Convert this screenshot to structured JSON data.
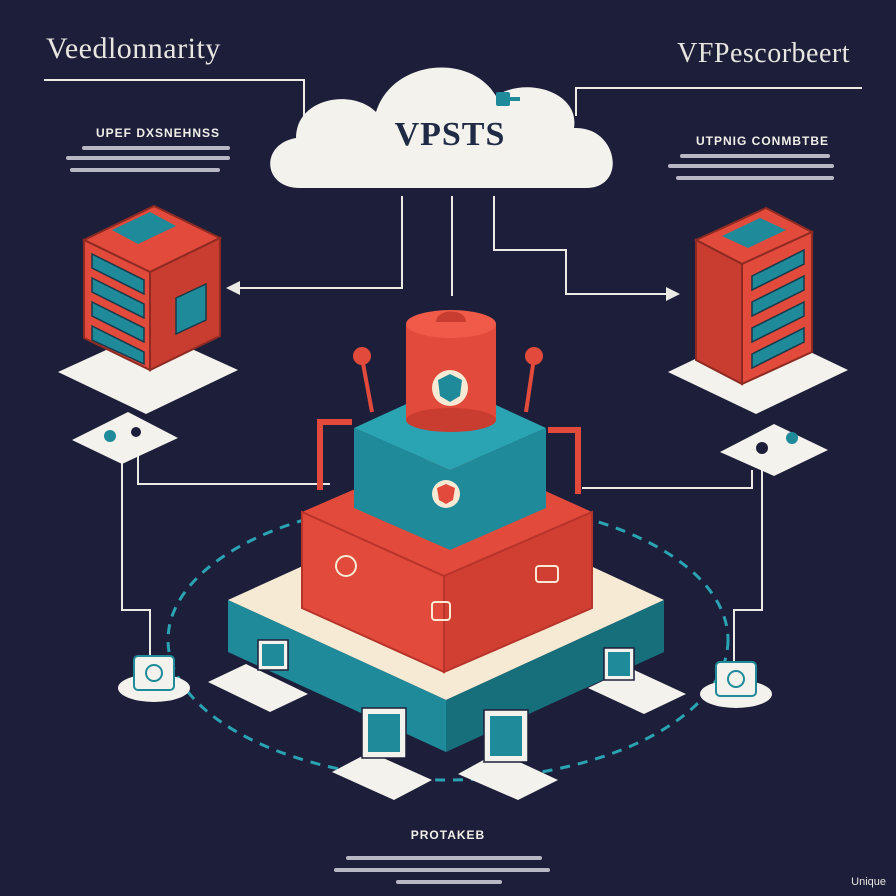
{
  "titles": {
    "left": "Veedlonnarity",
    "right": "VFPescorbeert"
  },
  "cloud": {
    "label": "VPSTS"
  },
  "side_headings": {
    "left": "UPEF DXSNEHNSS",
    "right": "UTPNIG CONMBTBE"
  },
  "bottom_heading": "PROTAKEB",
  "watermark": "Unique",
  "colors": {
    "background": "#1d1f3a",
    "red": "#e24a3b",
    "teal": "#1f8a9a",
    "cream": "#f6ead4",
    "white": "#f4f2ec"
  }
}
